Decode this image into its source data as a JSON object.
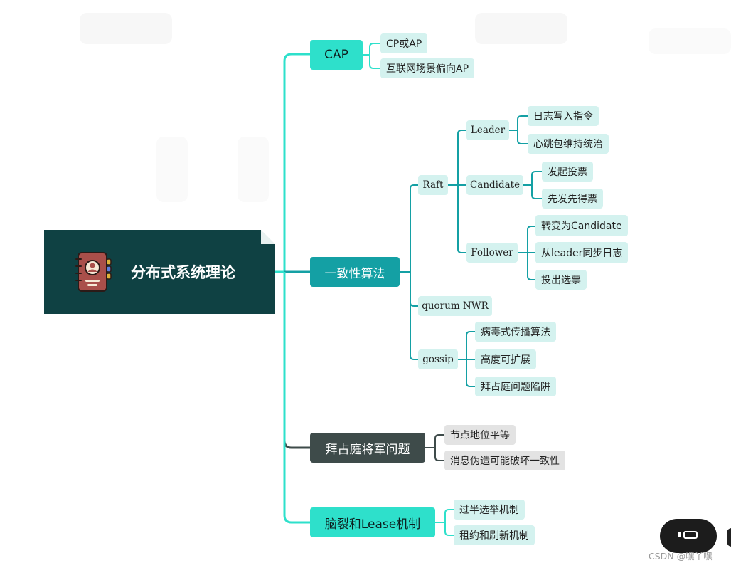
{
  "root": {
    "title": "分布式系统理论",
    "icon": "notebook-user-icon"
  },
  "branches": {
    "cap": {
      "label": "CAP",
      "children": [
        "CP或AP",
        "互联网场景偏向AP"
      ]
    },
    "consensus": {
      "label": "一致性算法",
      "raft": {
        "label": "Raft",
        "leader": {
          "label": "Leader",
          "children": [
            "日志写入指令",
            "心跳包维持统治"
          ]
        },
        "candidate": {
          "label": "Candidate",
          "children": [
            "发起投票",
            "先发先得票"
          ]
        },
        "follower": {
          "label": "Follower",
          "children": [
            "转变为Candidate",
            "从leader同步日志",
            "投出选票"
          ]
        }
      },
      "quorum": {
        "label": "quorum NWR"
      },
      "gossip": {
        "label": "gossip",
        "children": [
          "病毒式传播算法",
          "高度可扩展",
          "拜占庭问题陷阱"
        ]
      }
    },
    "byzantine": {
      "label": "拜占庭将军问题",
      "children": [
        "节点地位平等",
        "消息伪造可能破坏一致性"
      ]
    },
    "brain": {
      "label": "脑裂和Lease机制",
      "children": [
        "过半选举机制",
        "租约和刷新机制"
      ]
    }
  },
  "watermark": "CSDN @嘿丫嘿",
  "floating_button": {
    "icon": "toggle-icon"
  },
  "colors": {
    "root_bg": "#0f4143",
    "teal_line": "#2ee0cb",
    "dark_teal_line": "#14a0a4",
    "gray_line": "#3e4b4a",
    "cap_bg": "#2ee0cb",
    "consensus_bg": "#14a0a4",
    "byzantine_bg": "#3e4b4a",
    "leaf_bg": "#d4f2ef",
    "gray_leaf_bg": "#e3e3e3"
  }
}
